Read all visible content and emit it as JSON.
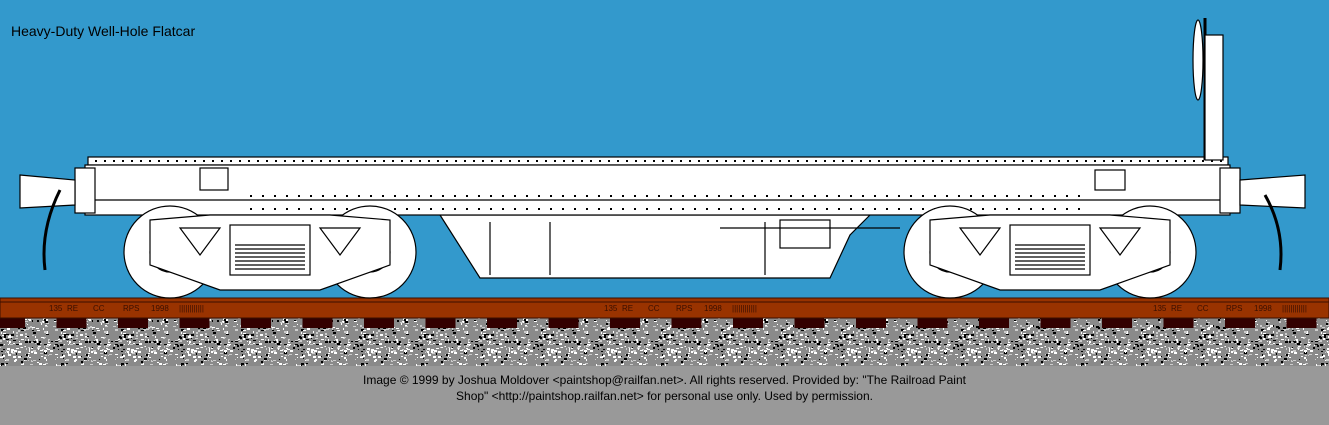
{
  "title": "Heavy-Duty Well-Hole Flatcar",
  "rail_marking": {
    "weight": "135",
    "section": "RE",
    "cc": "CC",
    "mfr": "RPS",
    "year": "1998",
    "ticks": "||||||||||||"
  },
  "credit": {
    "line1": "Image © 1999 by Joshua Moldover <paintshop@railfan.net>.  All rights reserved.  Provided by: \"The Railroad Paint",
    "line2": "Shop\" <http://paintshop.railfan.net> for personal use only.  Used by permission."
  },
  "colors": {
    "sky": "#3399cc",
    "rail": "#993300",
    "tie": "#330000",
    "ballast": "#999999",
    "footer": "#999999",
    "car": "#ffffff"
  }
}
